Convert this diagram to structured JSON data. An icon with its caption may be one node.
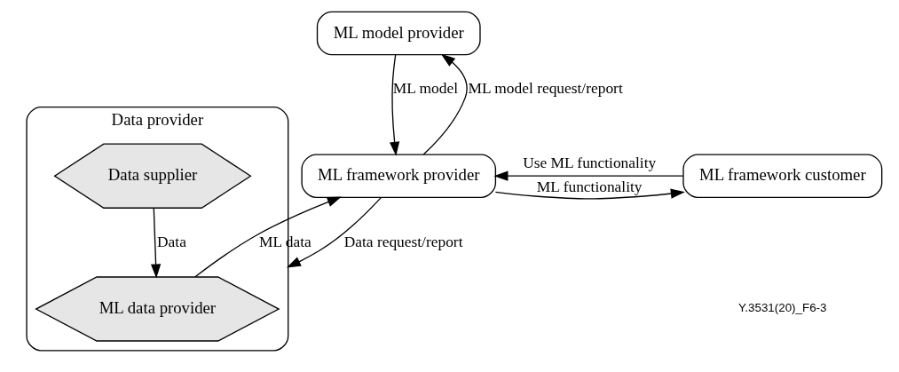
{
  "diagram": {
    "nodes": [
      {
        "text": [
          "Data provider"
        ]
      },
      {
        "text": [
          "Data supplier"
        ],
        "in": 0
      },
      {
        "text": [
          "ML data provider"
        ],
        "in": 0
      },
      {
        "text": [
          "ML model provider"
        ]
      },
      {
        "text": [
          "ML framework provider"
        ]
      },
      {
        "text": [
          "ML framework customer"
        ]
      }
    ],
    "edges": [
      {
        "from": 1,
        "to": 2,
        "arrow": "to",
        "label": "Data"
      },
      {
        "from": 2,
        "to": 4,
        "arrow": "to",
        "label": "ML data"
      },
      {
        "from": 3,
        "to": 4,
        "arrow": "to",
        "label": "ML model"
      },
      {
        "from": 4,
        "to": 3,
        "arrow": "to",
        "label": "ML model request/report"
      },
      {
        "from": 4,
        "to": 5,
        "arrow": "to",
        "label": "ML functionality"
      },
      {
        "from": 4,
        "to": 0,
        "arrow": "to",
        "label": "Data request/report"
      },
      {
        "from": 5,
        "to": 4,
        "arrow": "to",
        "label": "Use ML functionality"
      }
    ],
    "labels": [
      "Y.3531(20)_F6-3"
    ]
  }
}
